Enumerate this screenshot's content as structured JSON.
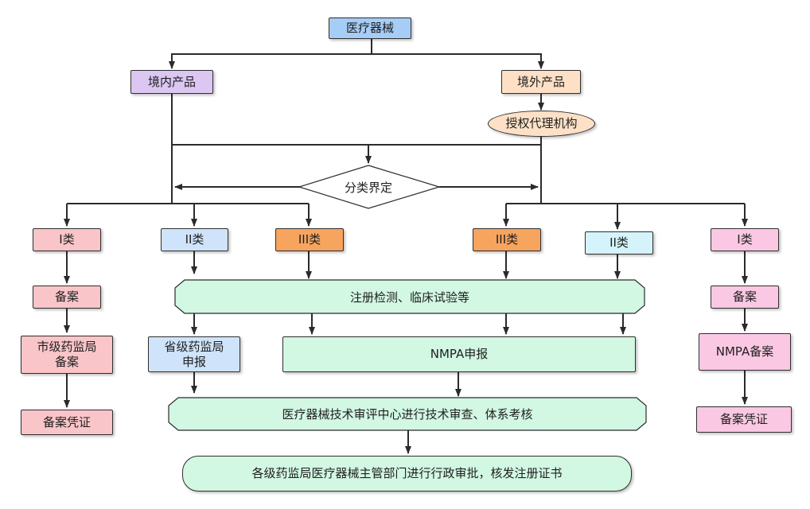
{
  "colors": {
    "blue": "#a6cdf5",
    "purple": "#dcc6f2",
    "peach": "#fde0c6",
    "lightred": "#f9c5c9",
    "lightblue": "#cfe4fb",
    "orange": "#f7a45f",
    "cyan": "#d4f3fb",
    "pink": "#fbc8e3",
    "mint": "#d2f7e3",
    "line": "#2b2b2b"
  },
  "nodes": {
    "root": "医疗器械",
    "domestic": "境内产品",
    "foreign": "境外产品",
    "agent": "授权代理机构",
    "classify": "分类界定",
    "left_class1": "I类",
    "left_class2": "II类",
    "left_class3": "III类",
    "right_class3": "III类",
    "right_class2": "II类",
    "right_class1": "I类",
    "left_filing": "备案",
    "city_fda": "市级药监局备案",
    "left_certificate": "备案凭证",
    "registration_test": "注册检测、临床试验等",
    "province_fda": "省级药监局申报",
    "nmpa_apply": "NMPA申报",
    "right_filing": "备案",
    "nmpa_filing": "NMPA备案",
    "right_certificate": "备案凭证",
    "tech_review": "医疗器械技术审评中心进行技术审查、体系考核",
    "final_approval": "各级药监局医疗器械主管部门进行行政审批，核发注册证书"
  }
}
